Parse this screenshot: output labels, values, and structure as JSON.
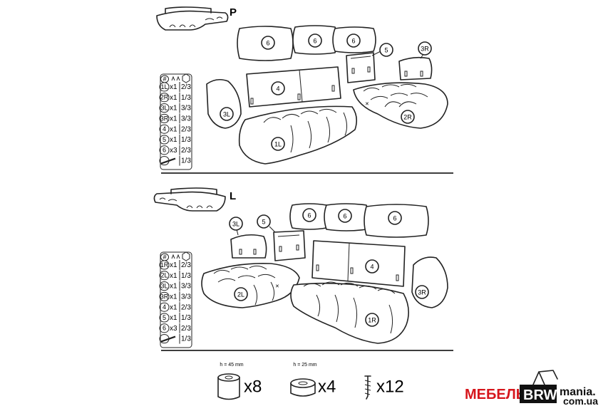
{
  "sections": [
    {
      "key": "P",
      "letter": "P",
      "table": {
        "header_symbol": "#",
        "rows": [
          {
            "part": "1L",
            "qty": "x1",
            "box": "2/3"
          },
          {
            "part": "2R",
            "qty": "x1",
            "box": "1/3"
          },
          {
            "part": "3L",
            "qty": "x1",
            "box": "3/3"
          },
          {
            "part": "3R",
            "qty": "x1",
            "box": "3/3"
          },
          {
            "part": "4",
            "qty": "x1",
            "box": "2/3"
          },
          {
            "part": "5",
            "qty": "x1",
            "box": "1/3"
          },
          {
            "part": "6",
            "qty": "x3",
            "box": "2/3"
          },
          {
            "part": "wrench",
            "qty": "",
            "box": "1/3"
          }
        ]
      },
      "labels": {
        "cushion": "6",
        "backrest": "4",
        "side_panel": "5",
        "armrest_small": "3R",
        "armrest_big": "3L",
        "module_left": "1L",
        "module_right": "2R"
      }
    },
    {
      "key": "L",
      "letter": "L",
      "table": {
        "header_symbol": "#",
        "rows": [
          {
            "part": "1R",
            "qty": "x1",
            "box": "2/3"
          },
          {
            "part": "2L",
            "qty": "x1",
            "box": "1/3"
          },
          {
            "part": "3L",
            "qty": "x1",
            "box": "3/3"
          },
          {
            "part": "3R",
            "qty": "x1",
            "box": "3/3"
          },
          {
            "part": "4",
            "qty": "x1",
            "box": "2/3"
          },
          {
            "part": "5",
            "qty": "x1",
            "box": "1/3"
          },
          {
            "part": "6",
            "qty": "x3",
            "box": "2/3"
          },
          {
            "part": "wrench",
            "qty": "",
            "box": "1/3"
          }
        ]
      },
      "labels": {
        "cushion": "6",
        "backrest": "4",
        "side_panel": "5",
        "armrest_small": "3L",
        "armrest_big": "3R",
        "module_left": "2L",
        "module_right": "1R"
      }
    }
  ],
  "hardware": [
    {
      "height": "h = 45 mm",
      "count": "x8",
      "icon": "tall-foot-icon"
    },
    {
      "height": "h = 25 mm",
      "count": "x4",
      "icon": "short-foot-icon"
    },
    {
      "height": "",
      "count": "x12",
      "icon": "screw-icon"
    }
  ],
  "brand": {
    "left": "МЕБЕЛЬ",
    "box": "BRW",
    "right_top": "mania.",
    "right_bottom": "com.ua",
    "color_left": "#d6161c",
    "color_box_bg": "#111111"
  }
}
